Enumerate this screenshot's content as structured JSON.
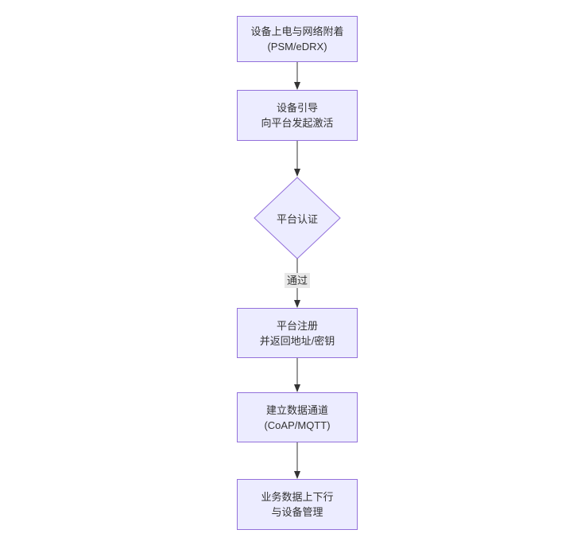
{
  "diagram": {
    "type": "flowchart-vertical",
    "nodes": {
      "power_attach": {
        "line1": "设备上电与网络附着",
        "line2": "(PSM/eDRX)"
      },
      "bootstrap": {
        "line1": "设备引导",
        "line2": "向平台发起激活"
      },
      "auth_decision": {
        "label": "平台认证"
      },
      "register": {
        "line1": "平台注册",
        "line2": "并返回地址/密钥"
      },
      "data_channel": {
        "line1": "建立数据通道",
        "line2": "(CoAP/MQTT)"
      },
      "business": {
        "line1": "业务数据上下行",
        "line2": "与设备管理"
      }
    },
    "edge_labels": {
      "auth_pass": "通过"
    },
    "colors": {
      "node-fill": "#ECECFF",
      "node-border": "#9370DB",
      "arrow": "#333333",
      "edge-label-bg": "#e8e8e8",
      "text": "#333333",
      "background": "#ffffff"
    }
  }
}
